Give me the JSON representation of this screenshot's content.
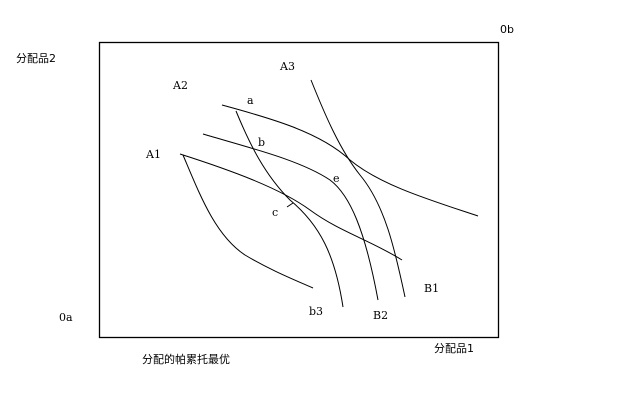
{
  "diagram": {
    "title": "分配的帕累托最优",
    "axes": {
      "y_label": "分配品2",
      "x_label": "分配品1",
      "origin_a": "0a",
      "origin_b": "0b"
    },
    "indifference_curves_a": [
      "A1",
      "A2",
      "A3"
    ],
    "indifference_curves_b": [
      "B1",
      "B2",
      "b3"
    ],
    "points": [
      "a",
      "b",
      "c",
      "e"
    ],
    "colors": {
      "line": "#000000",
      "background": "#ffffff"
    }
  }
}
